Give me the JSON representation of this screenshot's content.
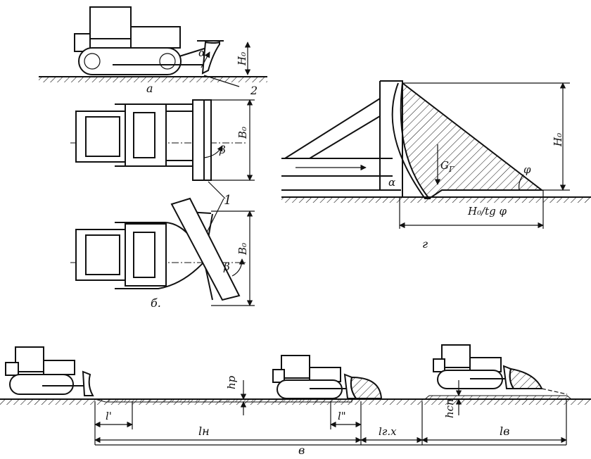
{
  "labels": {
    "view_a": "а",
    "view_b": "б.",
    "view_v": "в",
    "view_g": "г",
    "part_1": "1",
    "part_2": "2",
    "alpha_a": "α",
    "alpha_g": "α",
    "beta_top": "β",
    "beta_bottom": "β",
    "phi": "φ",
    "h0_a": "H₀",
    "h0_g": "H₀",
    "b0_top": "B₀",
    "b0_bottom": "B₀",
    "gg": "G",
    "gg_sub": "Г",
    "h0_tg": "H₀/tg φ",
    "hp": "hр",
    "l_prime": "l'",
    "l_n": "lн",
    "l_double": "l\"",
    "l_gx": "lг.х",
    "h_cp": "hсп",
    "l_v": "lв"
  }
}
